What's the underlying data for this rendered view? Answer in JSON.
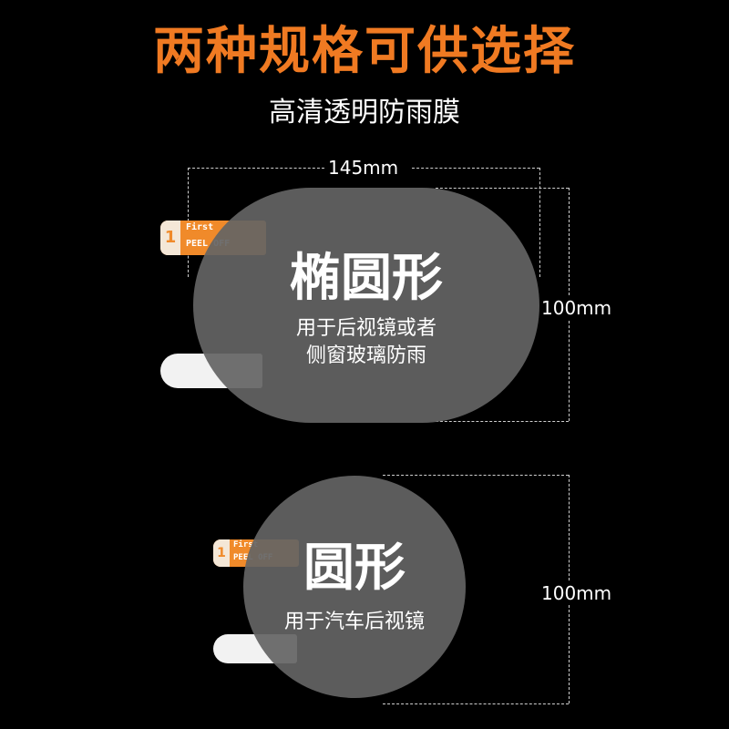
{
  "header": {
    "title": "两种规格可供选择",
    "subtitle": "高清透明防雨膜"
  },
  "oval_film": {
    "name": "椭圆形",
    "desc_line1": "用于后视镜或者",
    "desc_line2": "侧窗玻璃防雨",
    "width_label": "145mm",
    "height_label": "100mm"
  },
  "round_film": {
    "name": "圆形",
    "desc_line1": "用于汽车后视镜",
    "height_label": "100mm"
  },
  "tab": {
    "number": "1",
    "first": "First",
    "peel": "PEEL OFF"
  },
  "colors": {
    "title": "#f07a22",
    "background": "#000000",
    "film": "#646464",
    "tab_orange": "#f08a2a"
  }
}
